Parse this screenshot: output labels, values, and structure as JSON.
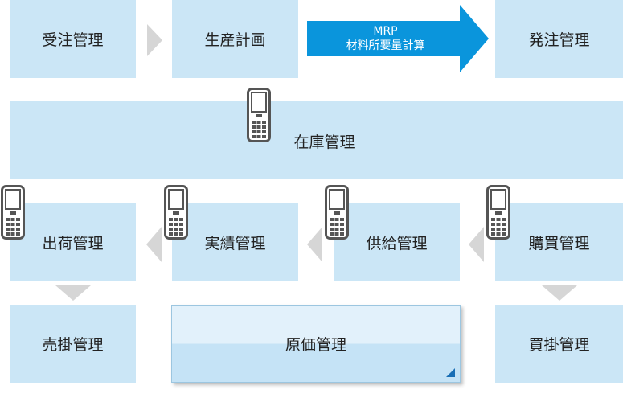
{
  "boxes": {
    "juchu": "受注管理",
    "seisan": "生産計画",
    "hatchu": "発注管理",
    "zaiko": "在庫管理",
    "shukka": "出荷管理",
    "jisseki": "実績管理",
    "kyokyu": "供給管理",
    "kobai": "購買管理",
    "urikake": "売掛管理",
    "genka": "原価管理",
    "kaikake": "買掛管理"
  },
  "mrp": {
    "line1": "MRP",
    "line2": "材料所要量計算"
  },
  "colors": {
    "box": "#cbe6f6",
    "mrp_arrow": "#0a95dc",
    "connector": "#d6d6d6",
    "phone_body": "#555555"
  },
  "icons": {
    "handheld": "handheld-terminal-icon"
  }
}
